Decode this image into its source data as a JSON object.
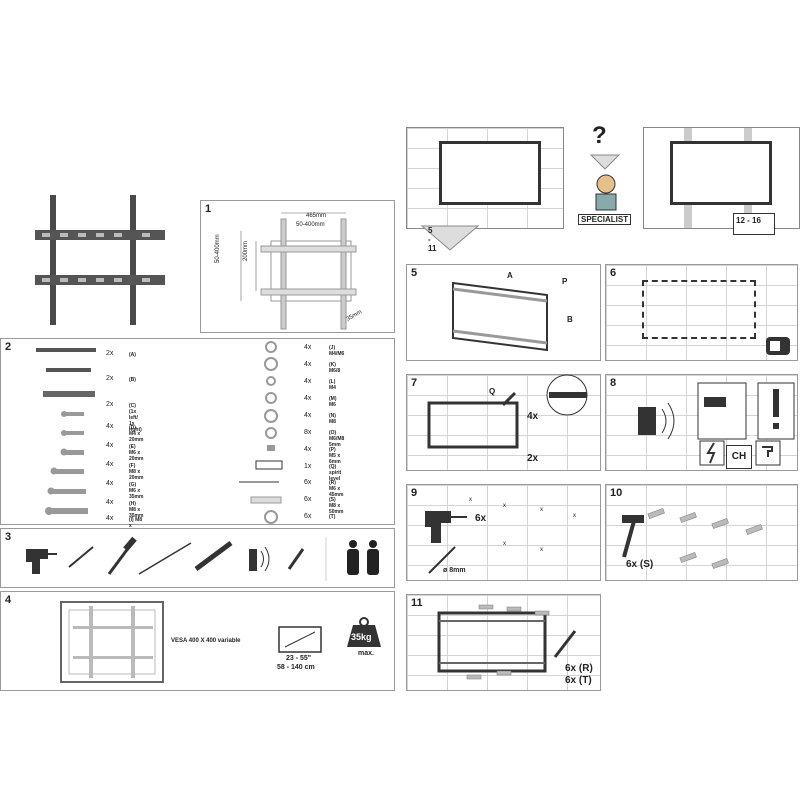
{
  "panel1": {
    "num": "1",
    "dim_width": "465mm",
    "dim_range_h": "50-400mm",
    "dim_range_v": "50-400mm",
    "dim_height": "200mm",
    "dim_depth": "35mm"
  },
  "panel2": {
    "num": "2",
    "left": [
      {
        "qty": "2x",
        "label": "(A)"
      },
      {
        "qty": "2x",
        "label": "(B)"
      },
      {
        "qty": "2x",
        "label": "(C) (1x left/ 1x right)"
      },
      {
        "qty": "4x",
        "label": "(D) M4 x 20mm"
      },
      {
        "qty": "4x",
        "label": "(E) M6 x 20mm"
      },
      {
        "qty": "4x",
        "label": "(F) M8 x 20mm"
      },
      {
        "qty": "4x",
        "label": "(G) M6 x 35mm"
      },
      {
        "qty": "4x",
        "label": "(H) M8 x 35mm"
      },
      {
        "qty": "4x",
        "label": "(I) M8 x 45mm"
      }
    ],
    "right": [
      {
        "qty": "4x",
        "label": "(J) M4/M6"
      },
      {
        "qty": "4x",
        "label": "(K) M6/8"
      },
      {
        "qty": "4x",
        "label": "(L) M4"
      },
      {
        "qty": "4x",
        "label": "(M) M6"
      },
      {
        "qty": "4x",
        "label": "(N) M8"
      },
      {
        "qty": "8x",
        "label": "(O) M6/M8 5mm"
      },
      {
        "qty": "4x",
        "label": "(P) M5 x 6mm"
      },
      {
        "qty": "1x",
        "label": "(Q) spirit level"
      },
      {
        "qty": "6x",
        "label": "(R) M6 x 45mm"
      },
      {
        "qty": "6x",
        "label": "(S) M8 x 50mm"
      },
      {
        "qty": "6x",
        "label": "(T)"
      }
    ]
  },
  "panel3": {
    "num": "3"
  },
  "panel4": {
    "num": "4",
    "vesa": "VESA 400 X 400 variable",
    "size_in": "23 - 55\"",
    "size_cm": "58 - 140 cm",
    "weight": "35kg",
    "weight_max": "max."
  },
  "top": {
    "question": "?",
    "specialist": "SPECIALIST",
    "goto_a": "5 - 11",
    "goto_b": "12 - 16"
  },
  "panel5": {
    "num": "5",
    "a": "A",
    "p": "P",
    "b": "B"
  },
  "panel6": {
    "num": "6"
  },
  "panel7": {
    "num": "7",
    "q": "Q",
    "x4": "4x",
    "x2": "2x"
  },
  "panel8": {
    "num": "8",
    "ch": "CH"
  },
  "panel9": {
    "num": "9",
    "x6": "6x",
    "diam": "ø 8mm",
    "mark": "x"
  },
  "panel10": {
    "num": "10",
    "label": "6x (S)"
  },
  "panel11": {
    "num": "11",
    "r": "6x (R)",
    "t": "6x (T)"
  }
}
